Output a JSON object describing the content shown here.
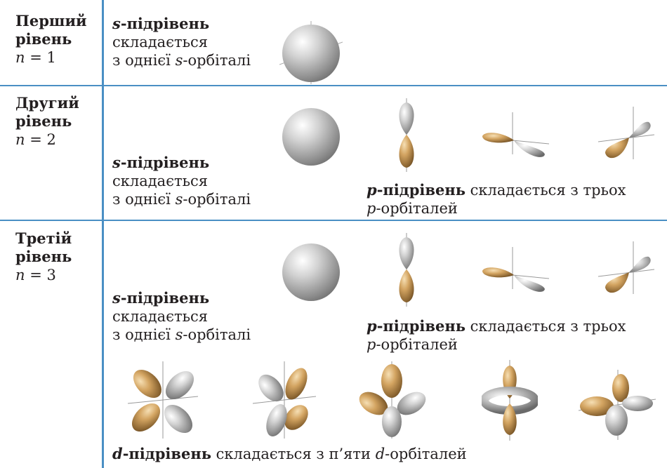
{
  "levels": [
    {
      "line1": "Перший",
      "line2": "рівень",
      "n_label": "n",
      "n_value": "= 1"
    },
    {
      "line1": "Другий",
      "line2": "рівень",
      "n_label": "n",
      "n_value": "= 2"
    },
    {
      "line1": "Третій",
      "line2": "рівень",
      "n_label": "n",
      "n_value": "= 3"
    }
  ],
  "s_sublevel": {
    "title_letter": "s",
    "title_rest": "-підрівень",
    "line2": "складається",
    "line3_prefix": "з однієї ",
    "line3_letter": "s",
    "line3_suffix": "-орбіталі"
  },
  "p_sublevel": {
    "title_letter": "p",
    "title_rest": "-підрівень",
    "rest": " складається з трьох",
    "line2_letter": "p",
    "line2_suffix": "-орбіталей"
  },
  "d_sublevel": {
    "title_letter": "d",
    "title_rest": "-підрівень",
    "rest": " складається з п’яти ",
    "letter": "d",
    "suffix": "-орбіталей"
  },
  "colors": {
    "rule": "#4a8fc4",
    "gold": "#c9964a",
    "silver": "#b8b8b8",
    "text": "#231f20"
  }
}
